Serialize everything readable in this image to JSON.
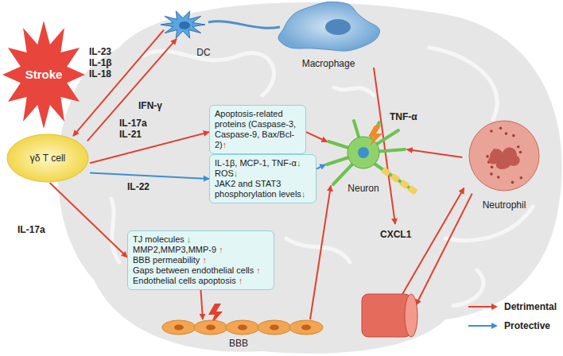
{
  "diagram": {
    "nodes": [
      {
        "text": [
          "Stroke"
        ]
      },
      {
        "text": [
          "DC"
        ]
      },
      {
        "text": [
          "Macrophage"
        ]
      },
      {
        "text": [
          "γδ T cell"
        ]
      },
      {
        "text": [
          "Apoptosis-related proteins (Caspase-3, Caspase-9, Bax/Bcl-2)↑"
        ]
      },
      {
        "text": [
          "IL-1β, MCP-1, TNF-α↓",
          "ROS↓",
          "JAK2 and STAT3 phosphorylation levels↓"
        ]
      },
      {
        "text": [
          "Neuron"
        ]
      },
      {
        "text": [
          "Neutrophil"
        ]
      },
      {
        "text": [
          "TJ molecules ↓",
          "MMP2,MMP3,MMP-9 ↑",
          "BBB permeability ↑",
          "Gaps between endothelial cells ↑",
          "Endothelial cells apoptosis ↑"
        ]
      },
      {
        "text": [
          "BBB"
        ]
      }
    ],
    "edges": [
      {
        "from": 1,
        "to": 3,
        "label": "IL-23 IL-1β IL-18",
        "arrow": "to"
      },
      {
        "from": 3,
        "to": 1,
        "label": "IFN-γ",
        "arrow": "to"
      },
      {
        "from": 3,
        "to": 4,
        "label": "IL-17a IL-21",
        "arrow": "to"
      },
      {
        "from": 3,
        "to": 5,
        "label": "IL-22",
        "arrow": "to"
      },
      {
        "from": 3,
        "to": 8,
        "label": "IL-17a",
        "arrow": "to"
      },
      {
        "from": 4,
        "to": 6,
        "arrow": "to"
      },
      {
        "from": 5,
        "to": 6,
        "arrow": "to"
      },
      {
        "from": 8,
        "to": 9,
        "arrow": "to"
      },
      {
        "from": 9,
        "to": 6,
        "arrow": "to"
      },
      {
        "from": 7,
        "to": 6,
        "arrow": "to"
      },
      {
        "from": 9,
        "to": 7,
        "arrow": "to"
      },
      {
        "from": 7,
        "to": 9,
        "arrow": "to"
      }
    ],
    "labels": [
      "TNF-α",
      "CXCL1"
    ],
    "legend": [
      {
        "text": "Detrimental"
      },
      {
        "text": "Protective"
      }
    ]
  }
}
